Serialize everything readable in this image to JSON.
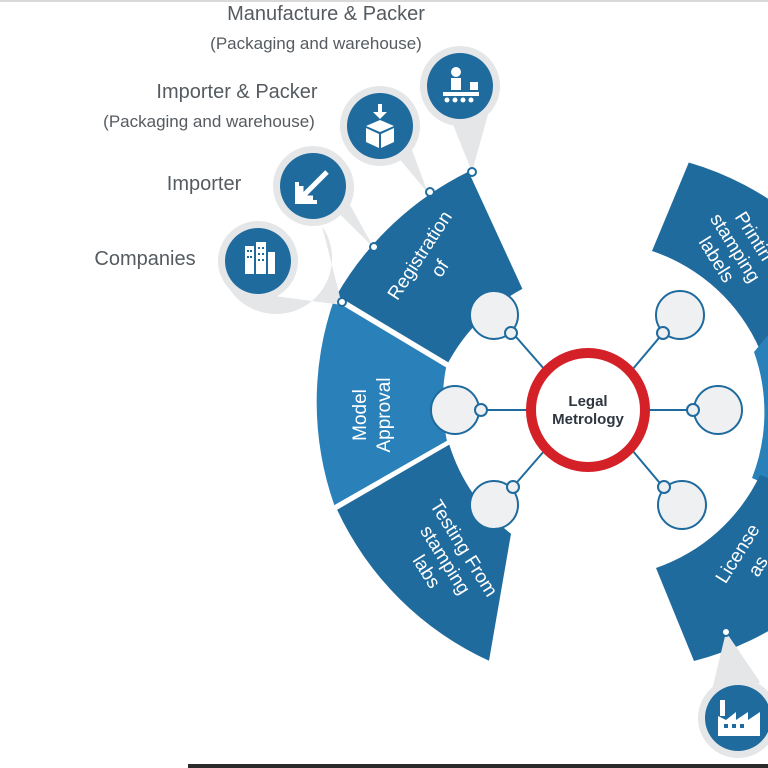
{
  "colors": {
    "segment_primary": "#1f6b9e",
    "segment_secondary": "#2a80b9",
    "node_fill": "#eef0f2",
    "node_stroke": "#1f6b9e",
    "center_ring": "#d42027",
    "pin_shadow": "#e4e6e8",
    "label_text": "#555b60"
  },
  "center": {
    "line1": "Legal",
    "line2": "Metrology"
  },
  "segments": {
    "registration": {
      "line1": "Registration",
      "line2": "of"
    },
    "model_approval": {
      "line1": "Model",
      "line2": "Approval"
    },
    "testing": {
      "line1": "Testing From",
      "line2": "stamping",
      "line3": "labs"
    },
    "printing": {
      "line1": "Printin",
      "line2": "stamping",
      "line3": "labels"
    },
    "license": {
      "line1": "License",
      "line2": "as"
    }
  },
  "labels": {
    "manufacture": {
      "title": "Manufacture & Packer",
      "subtitle": "(Packaging and warehouse)"
    },
    "importer_packer": {
      "title": "Importer & Packer",
      "subtitle": "(Packaging and warehouse)"
    },
    "importer": {
      "title": "Importer"
    },
    "companies": {
      "title": "Companies"
    }
  },
  "icons": {
    "manufacture": "conveyor-worker-icon",
    "importer_packer": "box-download-icon",
    "importer": "import-arrow-icon",
    "companies": "buildings-icon",
    "factory": "factory-icon"
  }
}
